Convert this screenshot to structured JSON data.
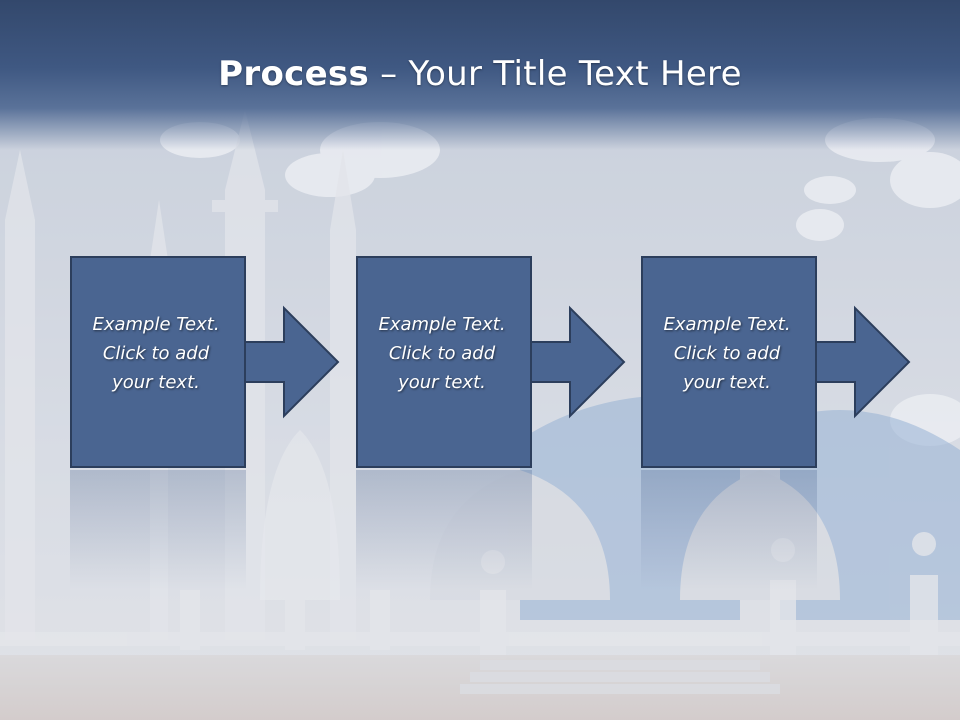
{
  "slide": {
    "title_bold": "Process",
    "title_rest": " – Your Title Text Here",
    "steps": [
      {
        "text": "Example Text.\nClick  to add\nyour text."
      },
      {
        "text": "Example Text.\nClick  to add\nyour text."
      },
      {
        "text": "Example Text.\nClick  to add\nyour text."
      }
    ]
  },
  "colors": {
    "box_fill": "#4a6591",
    "box_border": "#2c3e5c",
    "title_bar": "#3a5078"
  }
}
